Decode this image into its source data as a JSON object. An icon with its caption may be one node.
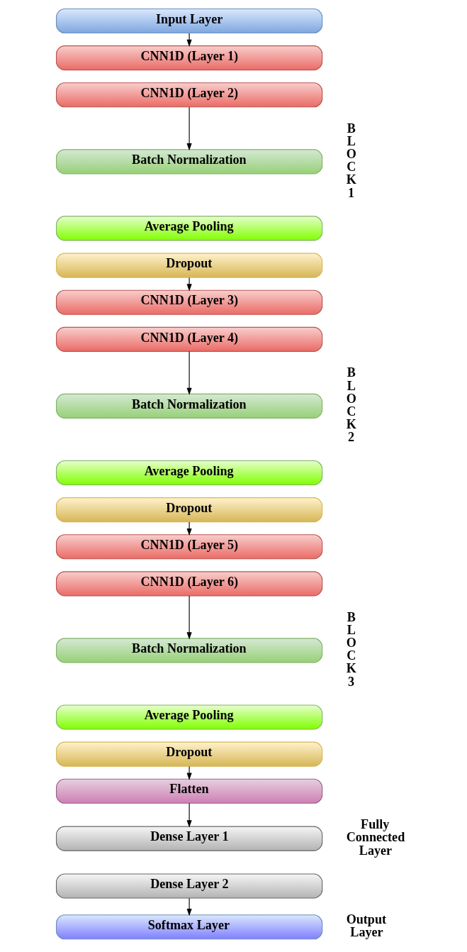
{
  "diagram": {
    "nodes": [
      {
        "text": [
          "Input Layer"
        ]
      },
      {
        "text": [
          "CNN1D (Layer 1)"
        ]
      },
      {
        "text": [
          "CNN1D (Layer 2)"
        ]
      },
      {
        "text": [
          "Batch Normalization"
        ]
      },
      {
        "text": [
          "Average Pooling"
        ]
      },
      {
        "text": [
          "Dropout"
        ]
      },
      {
        "text": [
          "CNN1D (Layer 3)"
        ]
      },
      {
        "text": [
          "CNN1D (Layer 4)"
        ]
      },
      {
        "text": [
          "Batch Normalization"
        ]
      },
      {
        "text": [
          "Average Pooling"
        ]
      },
      {
        "text": [
          "Dropout"
        ]
      },
      {
        "text": [
          "CNN1D (Layer 5)"
        ]
      },
      {
        "text": [
          "CNN1D (Layer 6)"
        ]
      },
      {
        "text": [
          "Batch Normalization"
        ]
      },
      {
        "text": [
          "Average Pooling"
        ]
      },
      {
        "text": [
          "Dropout"
        ]
      },
      {
        "text": [
          "Flatten"
        ]
      },
      {
        "text": [
          "Dense Layer 1"
        ]
      },
      {
        "text": [
          "Dense Layer 2"
        ]
      },
      {
        "text": [
          "Softmax Layer"
        ]
      }
    ],
    "edges": [
      {
        "from": 0,
        "to": 1,
        "arrow": "to"
      },
      {
        "from": 2,
        "to": 3,
        "arrow": "to"
      },
      {
        "from": 5,
        "to": 6,
        "arrow": "to"
      },
      {
        "from": 7,
        "to": 8,
        "arrow": "to"
      },
      {
        "from": 10,
        "to": 11,
        "arrow": "to"
      },
      {
        "from": 12,
        "to": 13,
        "arrow": "to"
      },
      {
        "from": 15,
        "to": 16,
        "arrow": "to"
      },
      {
        "from": 16,
        "to": 17,
        "arrow": "to"
      },
      {
        "from": 18,
        "to": 19,
        "arrow": "to"
      }
    ],
    "labels": [
      "B L O C K 1",
      "B L O C K 2",
      "B L O C K 3",
      "Fully Connected Layer",
      "Output Layer"
    ]
  }
}
